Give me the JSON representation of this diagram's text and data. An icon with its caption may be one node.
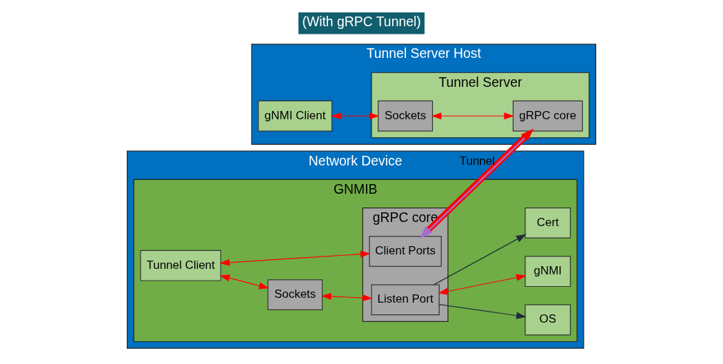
{
  "diagram": {
    "title": "(With gRPC Tunnel)",
    "nodes": [
      {
        "text": [
          "Network Device"
        ]
      },
      {
        "text": [
          "GNMIB"
        ],
        "in": 0
      },
      {
        "text": [
          "gNMI"
        ],
        "in": 1
      },
      {
        "text": [
          "Cert"
        ],
        "in": 1
      },
      {
        "text": [
          "OS"
        ],
        "in": 1
      },
      {
        "text": [
          "Tunnel Client"
        ],
        "in": 1
      },
      {
        "text": [
          "gRPC core"
        ],
        "in": 1
      },
      {
        "text": [
          "Listen Port"
        ],
        "in": 6
      },
      {
        "text": [
          "Client Ports"
        ],
        "in": 6
      },
      {
        "text": [
          "Sockets"
        ],
        "in": 1
      },
      {
        "text": [
          "Tunnel Server Host"
        ]
      },
      {
        "text": [
          "gNMI Client"
        ],
        "in": 10
      },
      {
        "text": [
          "Tunnel Server"
        ],
        "in": 10
      },
      {
        "text": [
          "Sockets"
        ],
        "in": 12
      },
      {
        "text": [
          "gRPC core"
        ],
        "in": 12
      }
    ],
    "edges": [
      {
        "from": 7,
        "to": 2,
        "arrow": "both"
      },
      {
        "from": 7,
        "to": 3,
        "arrow": "to",
        "color": "#1f2d3a"
      },
      {
        "from": 7,
        "to": 4,
        "arrow": "to",
        "color": "#1f2d3a"
      },
      {
        "from": 5,
        "to": 8,
        "arrow": "both"
      },
      {
        "from": 5,
        "to": 9,
        "arrow": "both"
      },
      {
        "from": 9,
        "to": 7,
        "arrow": "both"
      },
      {
        "from": 8,
        "to": 14,
        "arrow": "both",
        "label": "Tunnel",
        "style": "thick"
      },
      {
        "from": 11,
        "to": 13,
        "arrow": "both"
      },
      {
        "from": 13,
        "to": 14,
        "arrow": "both"
      }
    ]
  }
}
